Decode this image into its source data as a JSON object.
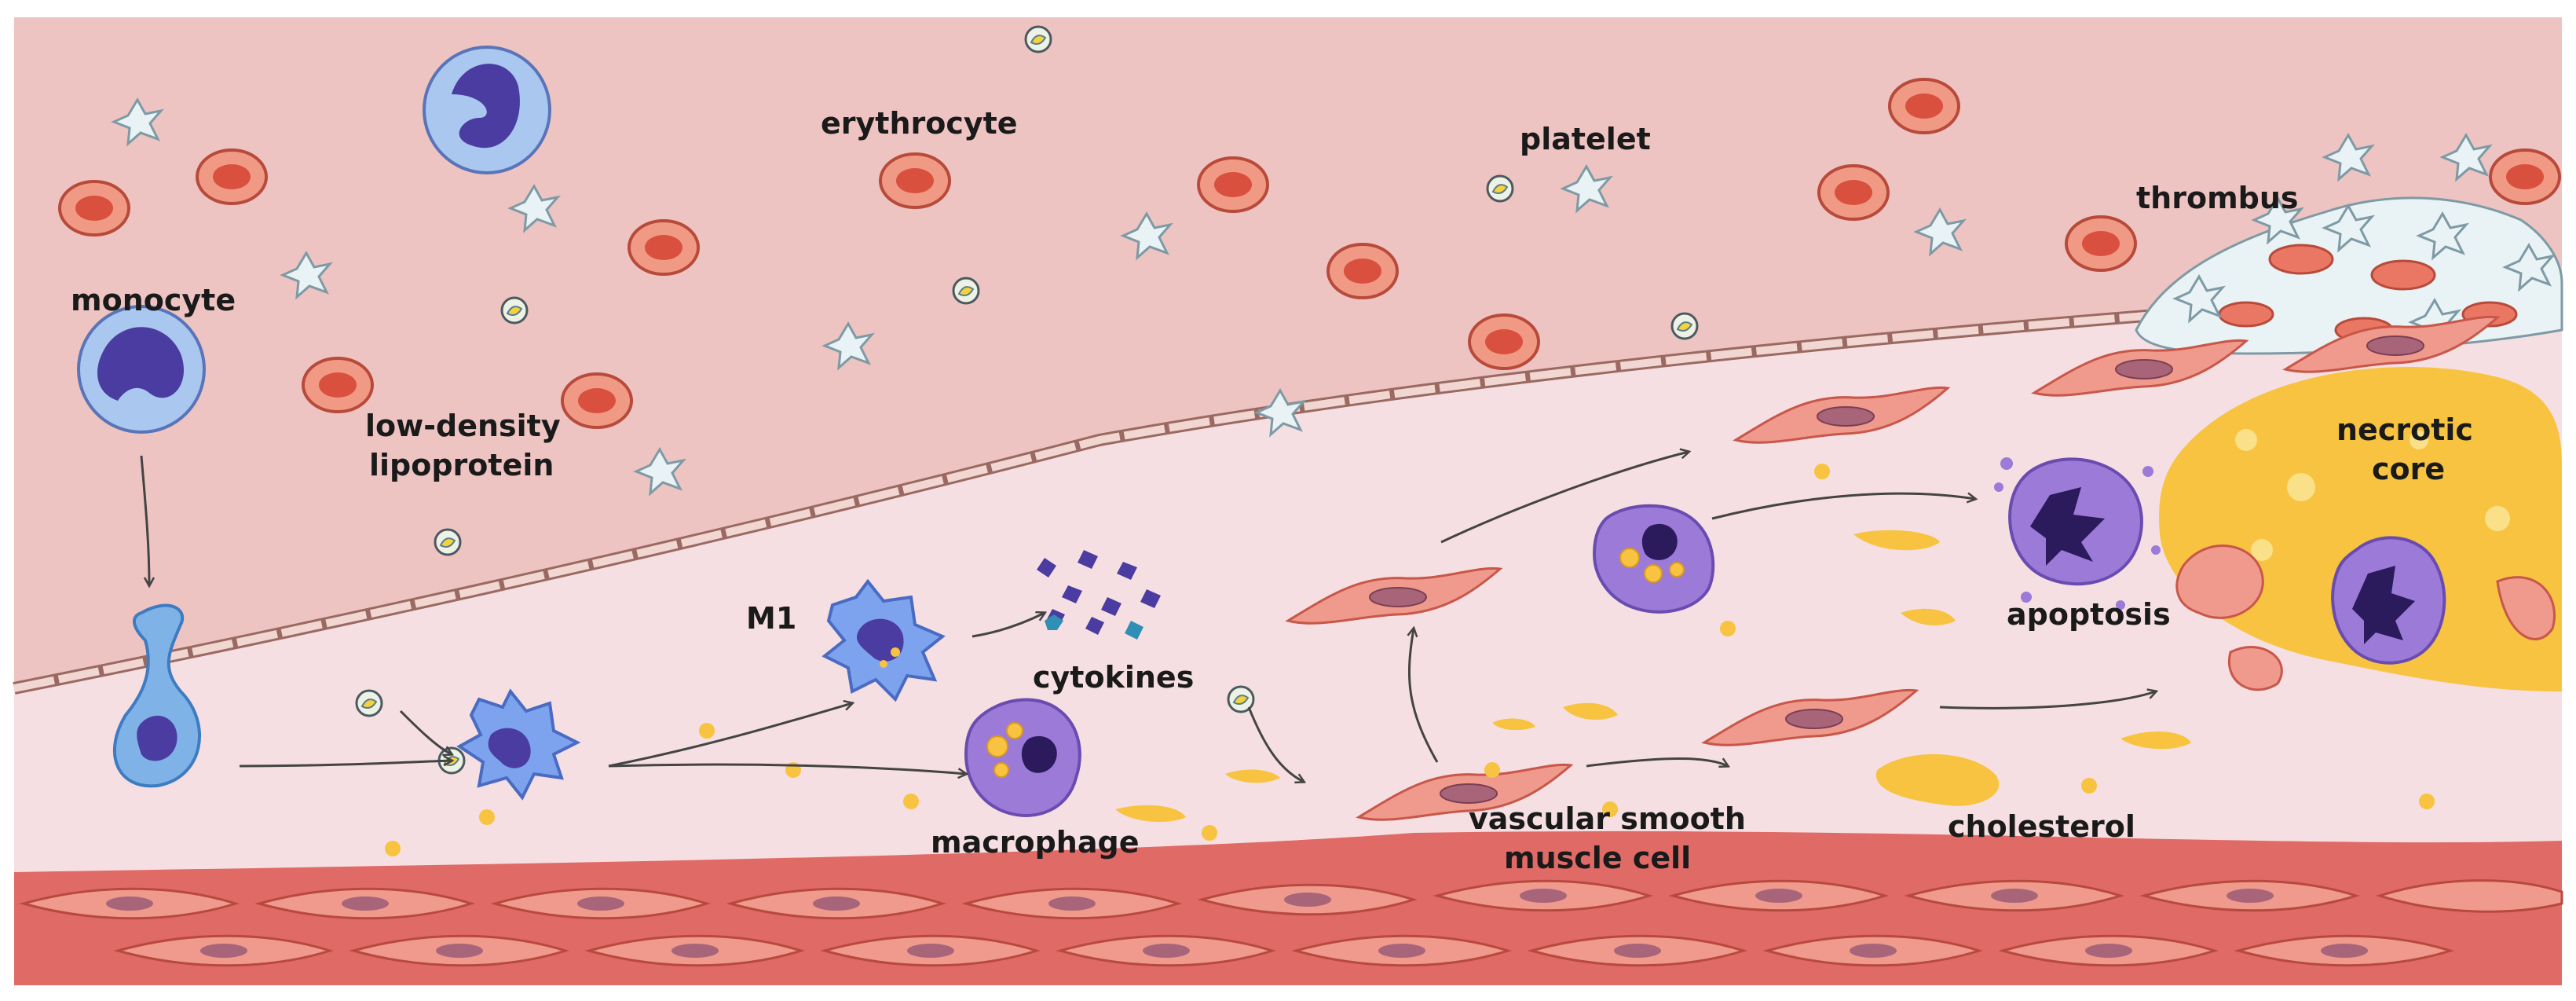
{
  "labels": {
    "monocyte": "monocyte",
    "ldl_line1": "low-density",
    "ldl_line2": "lipoprotein",
    "erythrocyte": "erythrocyte",
    "platelet": "platelet",
    "thrombus": "thrombus",
    "m1": "M1",
    "cytokines": "cytokines",
    "macrophage": "macrophage",
    "vsmc_line1": "vascular smooth",
    "vsmc_line2": "muscle cell",
    "cholesterol": "cholesterol",
    "apoptosis": "apoptosis",
    "necrotic_line1": "necrotic",
    "necrotic_line2": "core"
  },
  "colors": {
    "lumen": "#eec4c2",
    "intima": "#f6dfe2",
    "media": "#e06a66",
    "erythrocyte": "#e97763",
    "monocyte": "#4a3ca0",
    "macrophage": "#9b7ad8",
    "m1": "#6d8fe4",
    "cholesterol": "#f7c340",
    "smooth_muscle": "#ef9a8c",
    "platelet": "#e9f2f4"
  }
}
